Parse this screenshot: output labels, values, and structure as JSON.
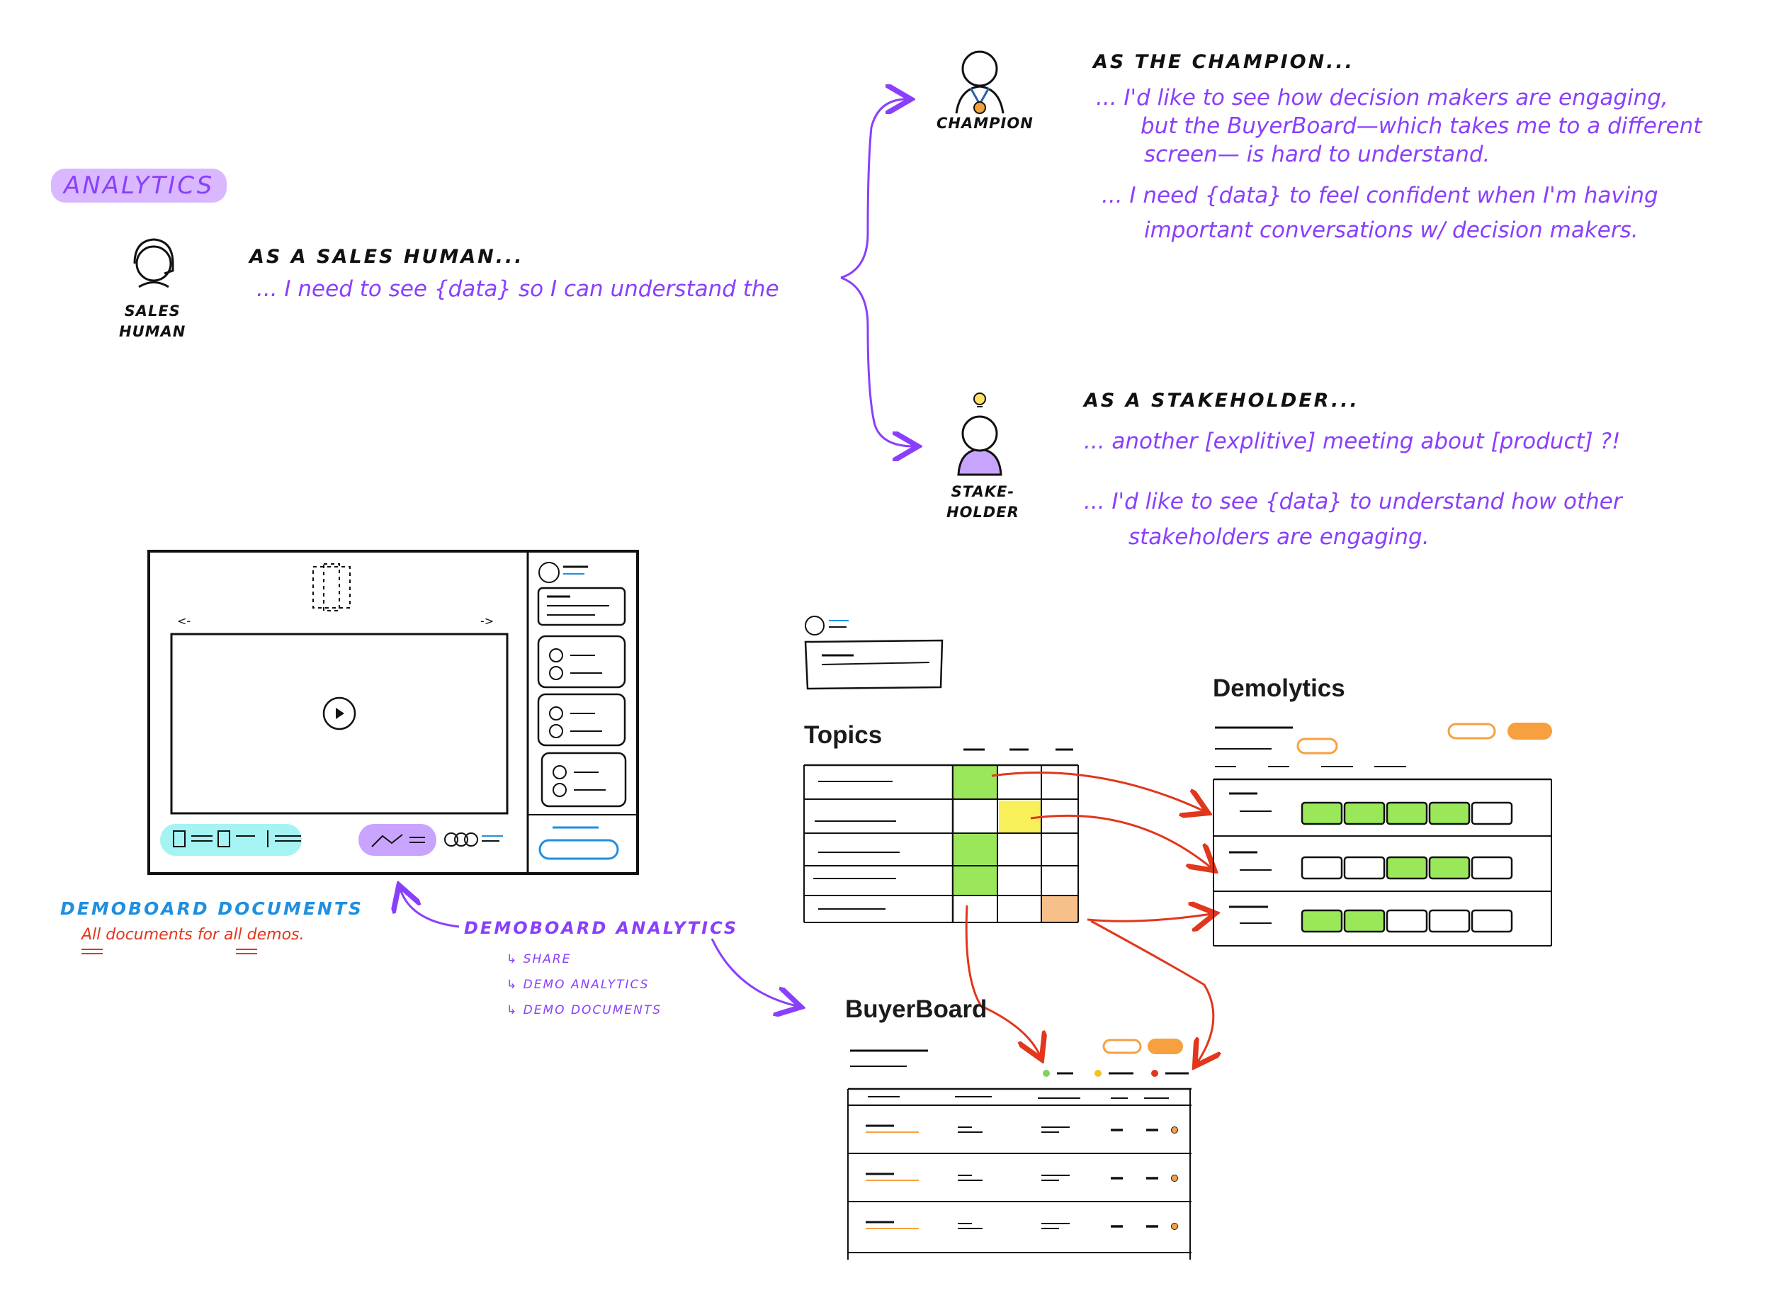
{
  "analytics_badge": "ANALYTICS",
  "sales_human": {
    "role_label_line1": "SALES",
    "role_label_line2": "HUMAN",
    "heading": "AS A SALES HUMAN...",
    "statement": "... I need to see {data} so I can understand the"
  },
  "champion": {
    "role_label": "CHAMPION",
    "heading": "AS THE CHAMPION...",
    "line1": "... I'd like to see how decision makers are engaging,",
    "line2": "but the BuyerBoard—which takes me to a different",
    "line3": "screen— is hard to understand.",
    "line4": "... I need {data} to feel confident when I'm having",
    "line5": "important conversations w/ decision makers."
  },
  "stakeholder": {
    "role_label_line1": "STAKE-",
    "role_label_line2": "HOLDER",
    "heading": "AS A STAKEHOLDER...",
    "line1": "... another [explitive] meeting about [product] ?!",
    "line2": "... I'd like to see {data} to understand how other",
    "line3": "stakeholders are engaging."
  },
  "demoboard_documents": {
    "title": "DEMOBOARD DOCUMENTS",
    "subtitle": "All documents for all demos."
  },
  "demoboard_analytics": {
    "title": "DEMOBOARD ANALYTICS",
    "items": [
      "SHARE",
      "DEMO ANALYTICS",
      "DEMO DOCUMENTS"
    ]
  },
  "sections": {
    "topics": "Topics",
    "demolytics": "Demolytics",
    "buyerboard": "BuyerBoard"
  },
  "colors": {
    "purple": "#8a3ffc",
    "blue": "#1f8fe0",
    "red": "#e2361d",
    "green_cell": "#9be75a",
    "yellow_cell": "#f7f05a",
    "orange": "#f7a040",
    "cyan_highlight": "#a6f3f3",
    "lavender_highlight": "#c9a4ff"
  },
  "icons": [
    "play-icon",
    "document-icon",
    "line-chart-icon",
    "avatar-icon",
    "lightbulb-icon",
    "headset-icon",
    "medal-icon"
  ]
}
